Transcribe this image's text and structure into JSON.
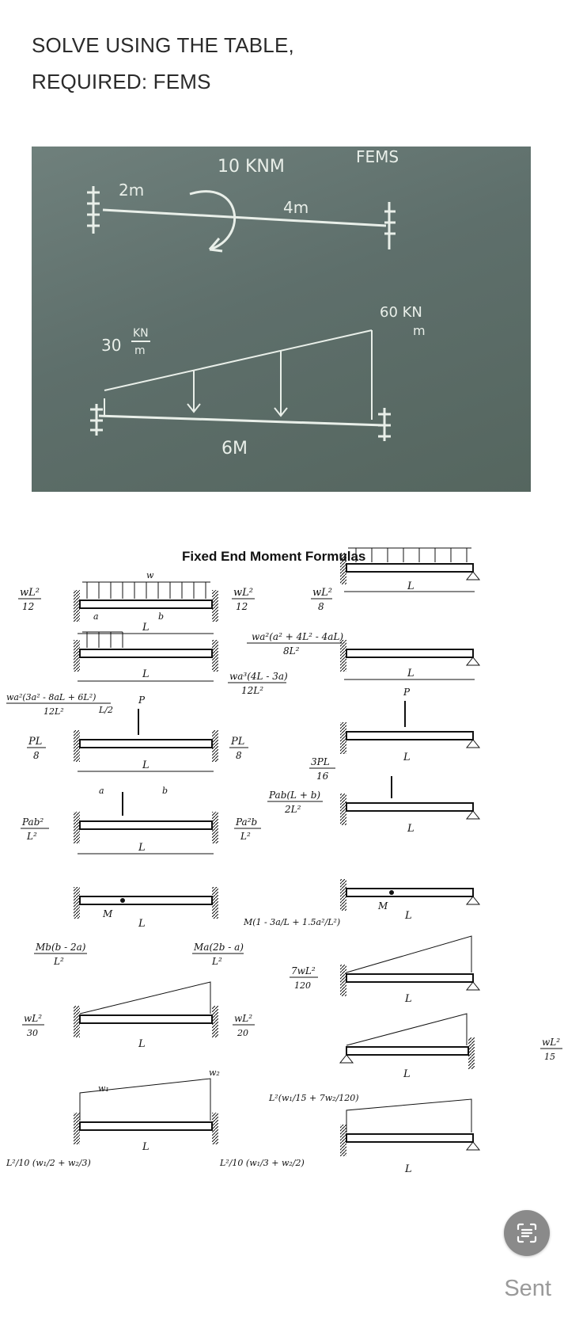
{
  "message": {
    "line1": "SOLVE USING THE TABLE,",
    "line2": "REQUIRED: FEMS"
  },
  "photo": {
    "moment_label": "10 KNM",
    "span_left": "2m",
    "span_right": "4m",
    "load_left": "30",
    "load_left_unit_top": "KN",
    "load_left_unit_bottom": "m",
    "load_right": "60 KN",
    "load_right_unit": "m",
    "span_bottom": "6M",
    "partial_top_text": "FEMS"
  },
  "table": {
    "title": "Fixed End Moment Formulas",
    "f_w12a": "wL²",
    "f_w12b": "12",
    "f_w8a": "wL²",
    "f_w8b": "8",
    "f_partial_fixed_pin": "wa²(a² + 4L² - 4aL)",
    "f_partial_fixed_pin_den": "8L²",
    "f_partial_right": "wa³(4L - 3a)",
    "f_partial_right_den": "12L²",
    "f_partial_left": "wa²(3a² - 8aL + 6L²)",
    "f_partial_left_den": "12L²",
    "f_pl8": "PL",
    "f_pl8_den": "8",
    "f_3pl16": "3PL",
    "f_3pl16_den": "16",
    "f_pab": "Pab(L + b)",
    "f_pab_den": "2L²",
    "f_pab2": "Pab²",
    "f_pa2b": "Pa²b",
    "f_l2": "L²",
    "f_moment_pin": "M(1 - 3a/L + 1.5a²/L²)",
    "f_mb": "Mb(b - 2a)",
    "f_ma": "Ma(2b - a)",
    "f_7wl2": "7wL²",
    "f_120": "120",
    "f_wl2_30": "wL²",
    "f_30": "30",
    "f_wl2_20": "wL²",
    "f_20": "20",
    "f_wl2_15": "wL²",
    "f_15": "15",
    "f_trap_pin": "L²(w₁/15 + 7w₂/120)",
    "f_trap_left": "L²/10 (w₁/2 + w₂/3)",
    "f_trap_right": "L²/10 (w₁/3 + w₂/2)",
    "lbl_L": "L",
    "lbl_a": "a",
    "lbl_b": "b",
    "lbl_w": "w",
    "lbl_P": "P",
    "lbl_M": "M",
    "lbl_L2": "L/2",
    "lbl_w1": "w₁",
    "lbl_w2": "w₂"
  },
  "status": {
    "sent": "Sent"
  },
  "icons": {
    "ocr": "text-scan-icon"
  }
}
